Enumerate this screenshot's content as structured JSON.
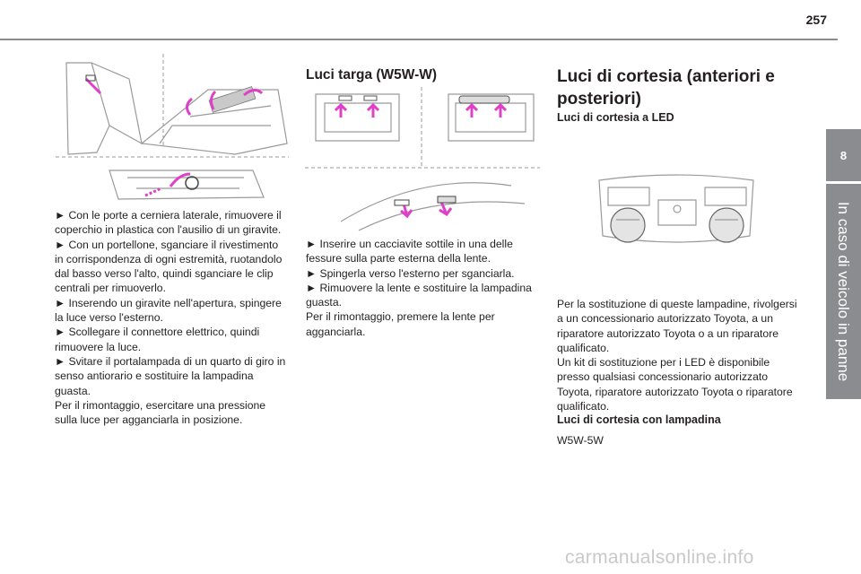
{
  "page": {
    "number": "257"
  },
  "side_tab": {
    "chapter_number": "8",
    "chapter_title": "In caso di veicolo in panne"
  },
  "col1": {
    "paragraphs": [
      "► Con le porte a cerniera laterale, rimuovere il coperchio in plastica con l'ausilio di un giravite.",
      "► Con un portellone, sganciare il rivestimento in corrispondenza di ogni estremità, ruotandolo dal basso verso l'alto, quindi sganciare le clip centrali per rimuoverlo.",
      "► Inserendo un giravite nell'apertura, spingere la luce verso l'esterno.",
      "► Scollegare il connettore elettrico, quindi rimuovere la luce.",
      "► Svitare il portalampada di un quarto di giro in senso antiorario e sostituire la lampadina guasta.",
      "Per il rimontaggio, esercitare una pressione sulla luce per agganciarla in posizione."
    ]
  },
  "col2": {
    "heading": "Luci targa (W5W-W)",
    "paragraphs": [
      "► Inserire un cacciavite sottile in una delle fessure sulla parte esterna della lente.",
      "► Spingerla verso l'esterno per sganciarla.",
      "► Rimuovere la lente e sostituire la lampadina guasta.",
      "Per il rimontaggio, premere la lente per agganciarla."
    ]
  },
  "col3": {
    "heading": "Luci di cortesia (anteriori e posteriori)",
    "subheading_led": "Luci di cortesia a LED",
    "paragraphs": [
      "Per la sostituzione di queste lampadine, rivolgersi a un concessionario autorizzato Toyota, a un riparatore autorizzato Toyota o a un riparatore qualificato.",
      "Un kit di sostituzione per i LED è disponibile presso qualsiasi concessionario autorizzato Toyota, riparatore autorizzato Toyota o riparatore qualificato."
    ],
    "subheading_bulb": "Luci di cortesia con lampadina",
    "bulb_type": "W5W-5W"
  },
  "watermark": "carmanualsonline.info",
  "colors": {
    "accent": "#e040c8",
    "tab_gray": "#8a8c8f",
    "text": "#231f20"
  }
}
